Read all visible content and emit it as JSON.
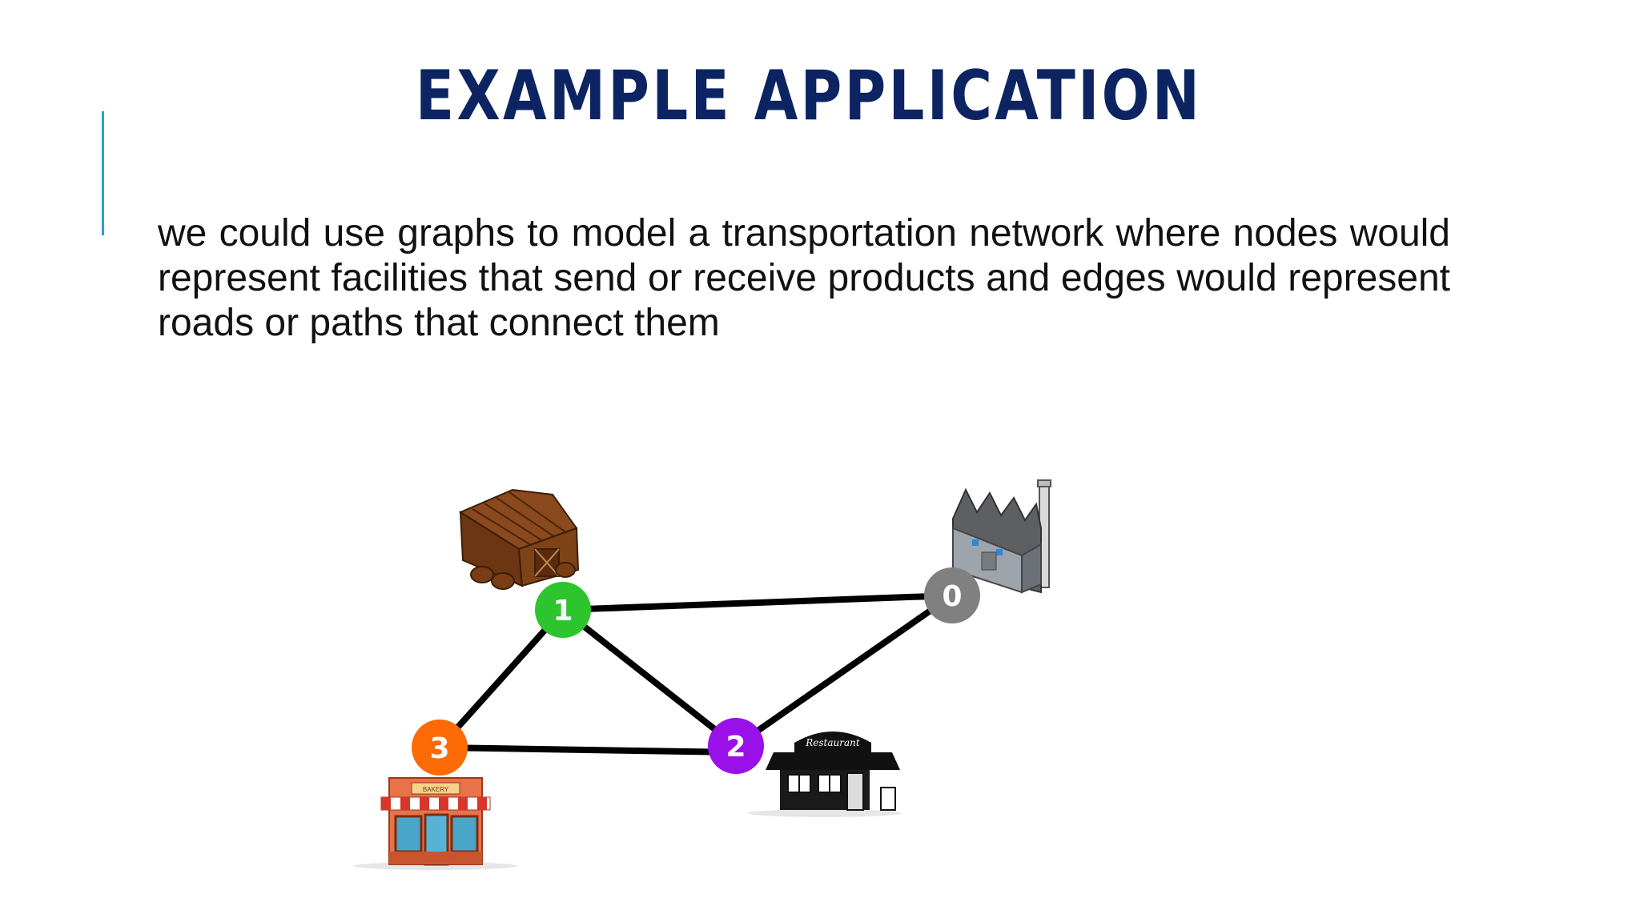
{
  "slide": {
    "title": "EXAMPLE APPLICATION",
    "body": "we could use graphs to model a transportation network where nodes would represent facilities that send or receive products and edges would represent roads or paths that connect them",
    "accent_color": "#29a3d6",
    "title_color": "#0d2462"
  },
  "graph": {
    "nodes": [
      {
        "id": "0",
        "label": "0",
        "color": "#808080",
        "facility": "factory-icon"
      },
      {
        "id": "1",
        "label": "1",
        "color": "#2ec42e",
        "facility": "warehouse-icon"
      },
      {
        "id": "2",
        "label": "2",
        "color": "#9a10e8",
        "facility": "restaurant-icon"
      },
      {
        "id": "3",
        "label": "3",
        "color": "#fb6a04",
        "facility": "bakery-icon"
      }
    ],
    "edges": [
      {
        "from": "1",
        "to": "0"
      },
      {
        "from": "1",
        "to": "3"
      },
      {
        "from": "1",
        "to": "2"
      },
      {
        "from": "3",
        "to": "2"
      },
      {
        "from": "2",
        "to": "0"
      }
    ],
    "restaurant_sign": "Restaurant",
    "bakery_sign": "BAKERY"
  }
}
